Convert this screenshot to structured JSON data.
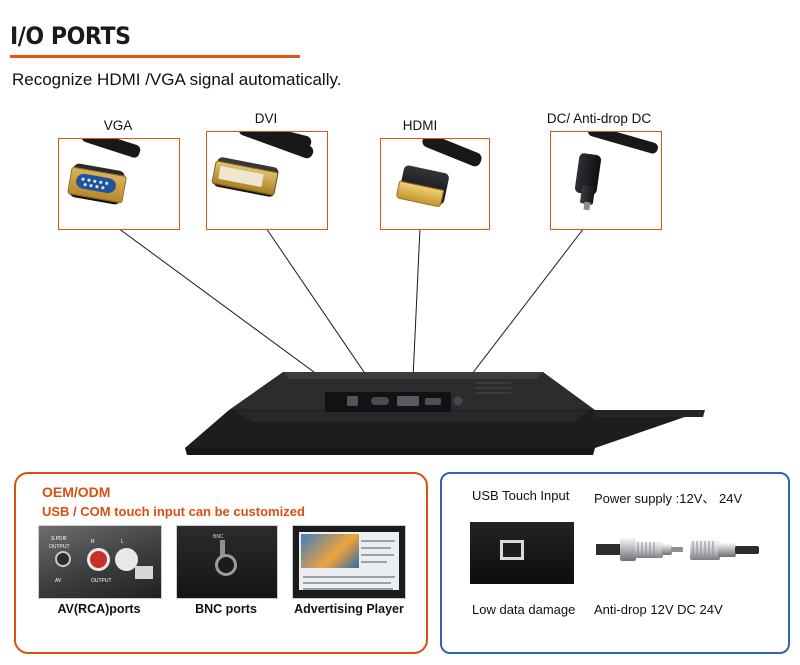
{
  "header": {
    "title": "I/O PORTS",
    "subtitle": "Recognize HDMI /VGA signal automatically."
  },
  "connectors": [
    {
      "label": "VGA",
      "icon": "vga-connector-icon"
    },
    {
      "label": "DVI",
      "icon": "dvi-connector-icon"
    },
    {
      "label": "HDMI",
      "icon": "hdmi-connector-icon"
    },
    {
      "label": "DC/ Anti-drop DC",
      "icon": "dc-connector-icon"
    }
  ],
  "monitor": {
    "alt": "monitor-rear-view-with-io-ports"
  },
  "panel_left": {
    "title": "OEM/ODM",
    "subtitle": "USB / COM touch input can be customized",
    "items": [
      {
        "caption": "AV(RCA)ports",
        "icon": "rca-ports-photo"
      },
      {
        "caption": "BNC ports",
        "icon": "bnc-ports-photo"
      },
      {
        "caption": "Advertising Player",
        "icon": "advertising-player-photo"
      }
    ],
    "rca_labels": {
      "spdif": "S.PDIF",
      "output": "OUTPUT",
      "left": "L",
      "right": "R",
      "av": "AV",
      "out": "OUTPUT"
    }
  },
  "panel_right": {
    "top_left": "USB Touch Input",
    "top_right": "Power supply :12V、 24V",
    "bottom_left": "Low data damage",
    "bottom_right": "Anti-drop 12V DC 24V"
  },
  "colors": {
    "accent_orange": "#e8520f",
    "panel_orange": "#d94f10",
    "panel_blue": "#2d64b4",
    "text": "#111111"
  }
}
